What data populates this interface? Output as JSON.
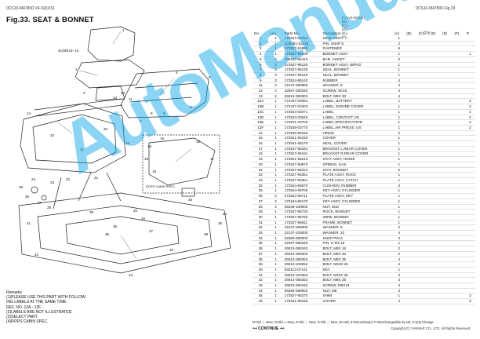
{
  "header": {
    "left_code": "0CS10-M47800   V4-SD(US)",
    "right_code": "0CS10-M47800   Fig.33",
    "fig_title": "Fig.33.  SEAT & BONNET"
  },
  "legend_lines": [
    "(A)=V4-SD(US)",
    "(B)=",
    "(C)=",
    "(D)=",
    "(E)=",
    "(F)="
  ],
  "table": {
    "headers": {
      "no": "No.",
      "lev": "Lev.",
      "pn": "Parts No.",
      "desc": "Description",
      "qty": "Q'ty",
      "r": "R"
    },
    "qty_cols": [
      "(A)",
      "(B)",
      "(C)",
      "(D)",
      "(E)",
      "(F)"
    ],
    "rows": [
      [
        "1",
        "1",
        "172527-64310",
        "SEAT ASSY",
        "1",
        ""
      ],
      [
        "2",
        "1",
        "1O9281-52210",
        "PIN, SNAP 8",
        "2",
        ""
      ],
      [
        "3",
        "1",
        "172527-61990",
        "FASTENER",
        "6",
        ""
      ],
      [
        "4",
        "1",
        "172527-85100",
        "BONNET ASSY",
        "1",
        "1"
      ],
      [
        "5",
        "2",
        "198220-82410",
        "BAR, ASSIST",
        "2",
        ""
      ],
      [
        "6",
        "2",
        "172527-85120",
        "BONNET ASSY, W/PAD",
        "1",
        ""
      ],
      [
        "7",
        "3",
        "172527-85130",
        "SEAL, BONNET",
        "1",
        ""
      ],
      [
        "8",
        "3",
        "172527-85140",
        "SEAL, BONNET",
        "1",
        ""
      ],
      [
        "9",
        "3",
        "172524-85140",
        "RUBBER",
        "4",
        ""
      ],
      [
        "11",
        "2",
        "22137-080000",
        "WASHER,  8",
        "4",
        ""
      ],
      [
        "12",
        "2",
        "22857-030160",
        "SCREW, SK16",
        "4",
        ""
      ],
      [
        "13",
        "2",
        "26013-080302",
        "BOLT, M8X 30",
        "4",
        ""
      ],
      [
        "13A",
        "1",
        "172437-03361",
        "LABEL, BATTERY",
        "1",
        "2"
      ],
      [
        "13B",
        "1",
        "172437-03402",
        "LABEL, ENGINE COVER",
        "1",
        "2"
      ],
      [
        "13C",
        "1",
        "172524-03471",
        "LABEL",
        "1",
        "2"
      ],
      [
        "13D",
        "1",
        "172524-03640",
        "LABEL, CONTACT US",
        "1",
        "2"
      ],
      [
        "13E",
        "1",
        "172541-03700",
        "LABEL,SPECIFICATION",
        "1",
        "2"
      ],
      [
        "13F",
        "1",
        "172528-03770",
        "LABEL,AIR PRESS, US",
        "1",
        "2"
      ],
      [
        "14",
        "1",
        "172520-65150",
        "HINGE",
        "2",
        ""
      ],
      [
        "15",
        "1",
        "172541-65150",
        "COVER",
        "1",
        ""
      ],
      [
        "16",
        "1",
        "172541-65170",
        "SEAL, COVER",
        "1",
        ""
      ],
      [
        "17",
        "1",
        "172527-65161",
        "BRACKET L,REAR COVER",
        "1",
        ""
      ],
      [
        "18",
        "1",
        "172527-65191",
        "BRACKET R,REAR COVER",
        "1",
        ""
      ],
      [
        "19",
        "1",
        "172541-65210",
        "STAY ASSY, HINGE",
        "1",
        ""
      ],
      [
        "20",
        "1",
        "172527-60970",
        "SPRING, GAS",
        "1",
        ""
      ],
      [
        "21",
        "1",
        "172527-65312",
        "STAY, BONNET",
        "2",
        ""
      ],
      [
        "22",
        "1",
        "172527-65351",
        "PLATE ASSY, ROCK",
        "1",
        ""
      ],
      [
        "23",
        "1",
        "172527-65361",
        "PLATE ASSY, CATCH",
        "1",
        ""
      ],
      [
        "24",
        "1",
        "172524-65670",
        "CUSHION, RUBBER",
        "4",
        ""
      ],
      [
        "25",
        "1",
        "172524-65700",
        "KEY ASSY, CYLINDER",
        "1",
        ""
      ],
      [
        "26",
        "2",
        "172524-65711",
        "PLATE ASSY, KEY",
        "1",
        ""
      ],
      [
        "27",
        "2",
        "172164-65170",
        "KEY ASSY, CYLINDER",
        "1",
        ""
      ],
      [
        "28",
        "2",
        "28346-100002",
        "NUT, M10",
        "1",
        ""
      ],
      [
        "29",
        "1",
        "172527-85730",
        "ROCK, BONNET",
        "1",
        ""
      ],
      [
        "30",
        "1",
        "172527-85750",
        "WIRE, BONNET",
        "1",
        ""
      ],
      [
        "31",
        "1",
        "172527-85811",
        "FRAME, BONNET",
        "1",
        ""
      ],
      [
        "32",
        "1",
        "22137-080000",
        "WASHER,  8",
        "2",
        ""
      ],
      [
        "33",
        "1",
        "22137-100000",
        "WASHER, 10",
        "4",
        ""
      ],
      [
        "34",
        "1",
        "22360-080000",
        "SNAP PIN  8",
        "2",
        ""
      ],
      [
        "35",
        "1",
        "22467-080160",
        "PIN, H-DX 16",
        "1",
        ""
      ],
      [
        "36",
        "1",
        "26013-080162",
        "BOLT, M8X 16",
        "2",
        ""
      ],
      [
        "37",
        "1",
        "26014-080302",
        "BOLT, M8X 30",
        "2",
        ""
      ],
      [
        "38",
        "1",
        "26013-080352",
        "BOLT, M8X 35",
        "4",
        ""
      ],
      [
        "39",
        "1",
        "26013-100252",
        "BOLT, M10X 25",
        "4",
        ""
      ],
      [
        "40",
        "1",
        "933113-07101",
        "KEY",
        "1",
        ""
      ],
      [
        "41",
        "1",
        "26013-100302",
        "BOLT, M10X 30",
        "4",
        ""
      ],
      [
        "42",
        "1",
        "26914-080252",
        "BOLT, M8X 25",
        "4",
        ""
      ],
      [
        "43",
        "1",
        "26023-060162",
        "SCREW, M6X16",
        "4",
        ""
      ],
      [
        "44",
        "1",
        "26366-080002",
        "NUT, M8",
        "4",
        ""
      ],
      [
        "45",
        "1",
        "172527-85370",
        "SHIM",
        "1",
        "3"
      ],
      [
        "46",
        "1",
        "172541-85160",
        "COVER",
        "4",
        "3"
      ]
    ]
  },
  "remarks": {
    "title": "Remarks",
    "lines": [
      "(1)PLEASE USE THIS PART WITH FOLLOW-",
      "ING LABELS AT THE SAME TIME.",
      "REF. NO. 13A - 13F.",
      "(2)LABELS ARE NOT ILLUSTRATED.",
      "(3)SELECT PART.",
      "(4)ROPS CABIN SPEC."
    ]
  },
  "diagram": {
    "callout_top": "41(M8.8)−13",
    "callout_rops": "ROPS CABIN SPEC.",
    "labels": [
      "1",
      "2",
      "3",
      "4",
      "5",
      "6",
      "7",
      "8",
      "9",
      "11",
      "12",
      "13",
      "14",
      "15",
      "16",
      "17",
      "18",
      "19",
      "20",
      "21",
      "22",
      "23",
      "24",
      "25",
      "26",
      "27",
      "28",
      "29",
      "30",
      "31",
      "32",
      "33",
      "34",
      "35",
      "36",
      "37",
      "38",
      "39",
      "40",
      "41",
      "42",
      "43",
      "44",
      "45",
      "46"
    ]
  },
  "footer": {
    "legend": "R:Old ⇔ New, O:Old ⇒ New, R:Old ⇔ New, S:Old ⇔ New, W:Add, Z:Discontinued, F:Interchangeable by set, K:Q'ty Change",
    "continue": "++ CONTINUE ++",
    "copyright": "Copyright (C)  YANMAR CO., LTD. All Rights Reserved."
  },
  "watermark": {
    "word1": "Auto",
    "word2": "Manual"
  },
  "colors": {
    "watermark": "#00a0e6",
    "line": "#222222"
  }
}
